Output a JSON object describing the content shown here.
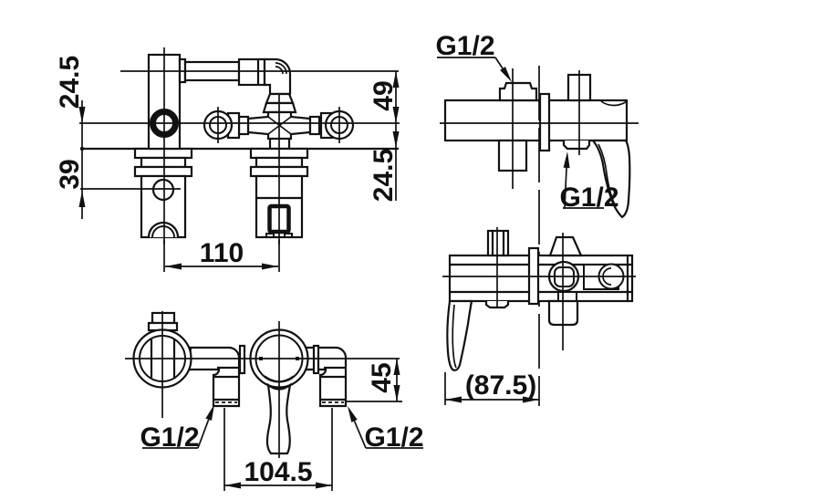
{
  "canvas": {
    "background": "#ffffff",
    "line_color": "#111111"
  },
  "views": {
    "plan": {
      "dims": {
        "center_to_wall_left": "24.5",
        "wall_to_holder": "39",
        "outlet_rise": "49",
        "center_to_wall_right": "24.5",
        "body_spacing": "110"
      }
    },
    "side_upper": {
      "threads": {
        "top": "G1/2",
        "bottom": "G1/2"
      }
    },
    "front": {
      "dims": {
        "center_to_inlet": "45",
        "inlet_spacing": "104.5"
      },
      "threads": {
        "left": "G1/2",
        "right": "G1/2"
      }
    },
    "side_lower": {
      "dims": {
        "depth": "(87.5)"
      }
    }
  }
}
